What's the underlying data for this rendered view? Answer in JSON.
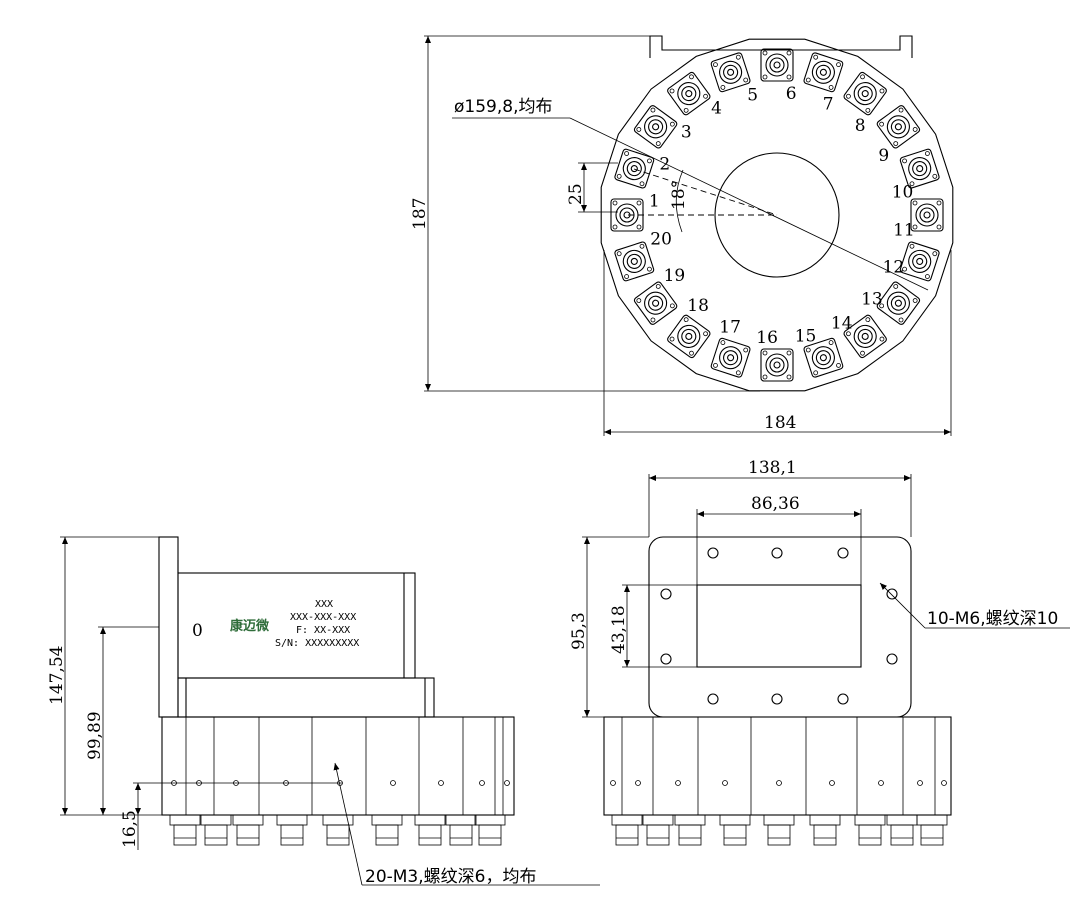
{
  "top_view": {
    "dims": {
      "width": "184",
      "height": "187"
    },
    "bolt_circle_note": "ø159,8,均布",
    "angle_label": "18°",
    "offset_label": "25",
    "port_labels": [
      "1",
      "2",
      "3",
      "4",
      "5",
      "6",
      "7",
      "8",
      "9",
      "10",
      "11",
      "12",
      "13",
      "14",
      "15",
      "16",
      "17",
      "18",
      "19",
      "20"
    ]
  },
  "side_view": {
    "dims": {
      "height_total": "147,54",
      "height_mid": "99,89",
      "height_low": "16,5"
    },
    "note": "20-M3,螺纹深6，均布",
    "face_label": "0",
    "nameplate": {
      "brand": "康迈微",
      "line1": "XXX",
      "line2": "XXX-XXX-XXX",
      "line3": "F: XX-XXX",
      "line4": "S/N: XXXXXXXXX"
    }
  },
  "front_view": {
    "dims": {
      "width_outer": "138,1",
      "width_inner": "86,36",
      "height_outer": "95,3",
      "height_inner": "43,18"
    },
    "note": "10-M6,螺纹深10"
  }
}
